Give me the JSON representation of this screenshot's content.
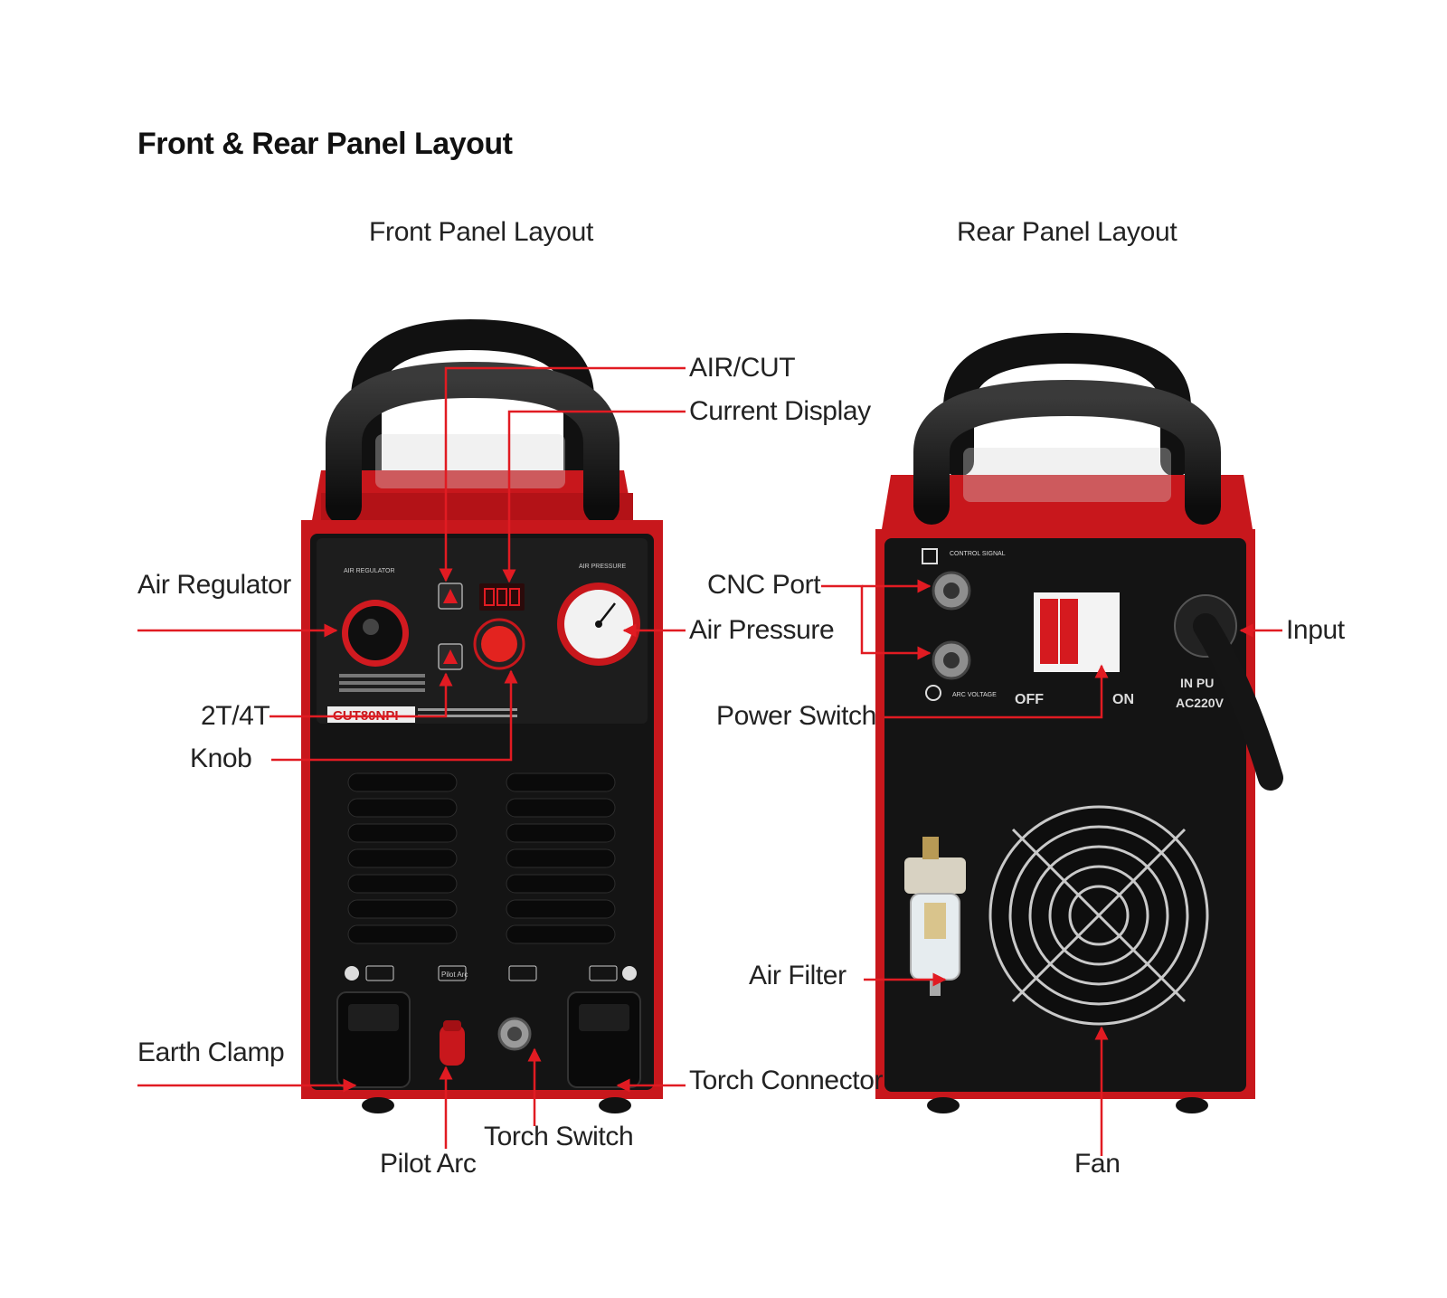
{
  "title": "Front & Rear Panel Layout",
  "front": {
    "title": "Front Panel Layout",
    "callouts": {
      "air_cut": "AIR/CUT",
      "current_display": "Current Display",
      "air_regulator": "Air Regulator",
      "air_pressure": "Air Pressure",
      "two_four_t": "2T/4T",
      "knob": "Knob",
      "earth_clamp": "Earth Clamp",
      "torch_connector": "Torch Connector",
      "torch_switch": "Torch Switch",
      "pilot_arc": "Pilot Arc"
    },
    "panel_text": {
      "air_regulator": "AIR REGULATOR",
      "air_pressure": "AIR PRESSURE",
      "model": "CUT80NPI",
      "pilot_arc": "Pilot Arc"
    }
  },
  "rear": {
    "title": "Rear Panel Layout",
    "callouts": {
      "cnc_port": "CNC Port",
      "power_switch": "Power Switch",
      "input": "Input",
      "air_filter": "Air Filter",
      "fan": "Fan"
    },
    "panel_text": {
      "control_signal": "CONTROL SIGNAL",
      "arc_voltage": "ARC VOLTAGE",
      "off": "OFF",
      "on": "ON",
      "input_label": "IN PU",
      "voltage": "AC220V"
    }
  },
  "colors": {
    "leader": "#e11b22",
    "body_red": "#c8171c",
    "panel_black": "#141414"
  }
}
